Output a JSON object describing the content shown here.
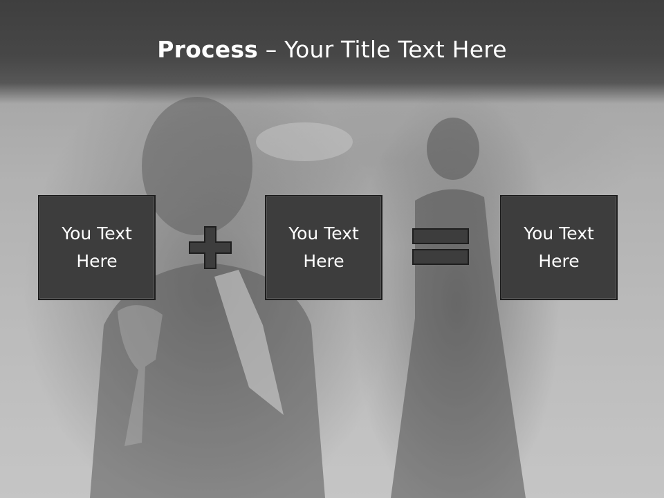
{
  "slide": {
    "title_bold": "Process",
    "title_rest": " – Your Title Text Here"
  },
  "process": {
    "boxes": [
      {
        "label": "You Text\nHere"
      },
      {
        "label": "You Text\nHere"
      },
      {
        "label": "You Text\nHere"
      }
    ],
    "operators": [
      {
        "icon": "plus-icon"
      },
      {
        "icon": "equals-icon"
      }
    ]
  },
  "colors": {
    "box_fill": "#3d3d3d",
    "box_border": "#1e1e1e",
    "title_bar": "#454545",
    "text": "#ffffff"
  }
}
